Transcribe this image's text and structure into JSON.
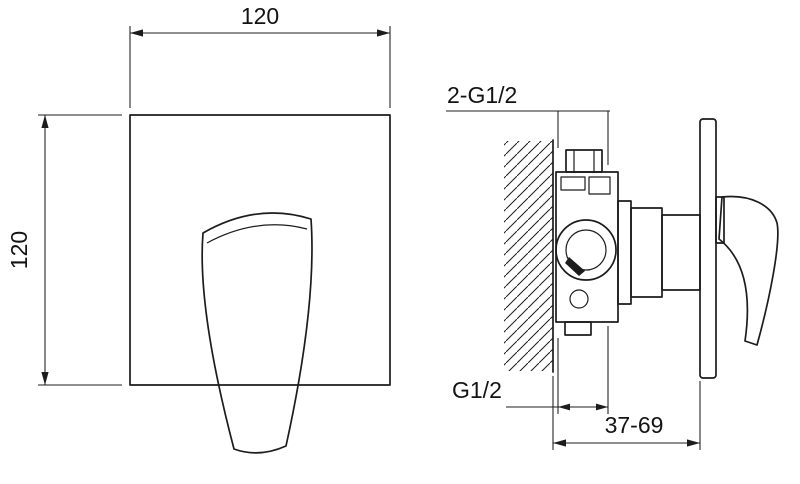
{
  "colors": {
    "background": "#ffffff",
    "line": "#1c1c1c",
    "text": "#131313"
  },
  "front_view": {
    "width_label": "120",
    "height_label": "120"
  },
  "side_view": {
    "inlet_label": "2-G1/2",
    "outlet_label": "G1/2",
    "depth_label": "37-69"
  }
}
